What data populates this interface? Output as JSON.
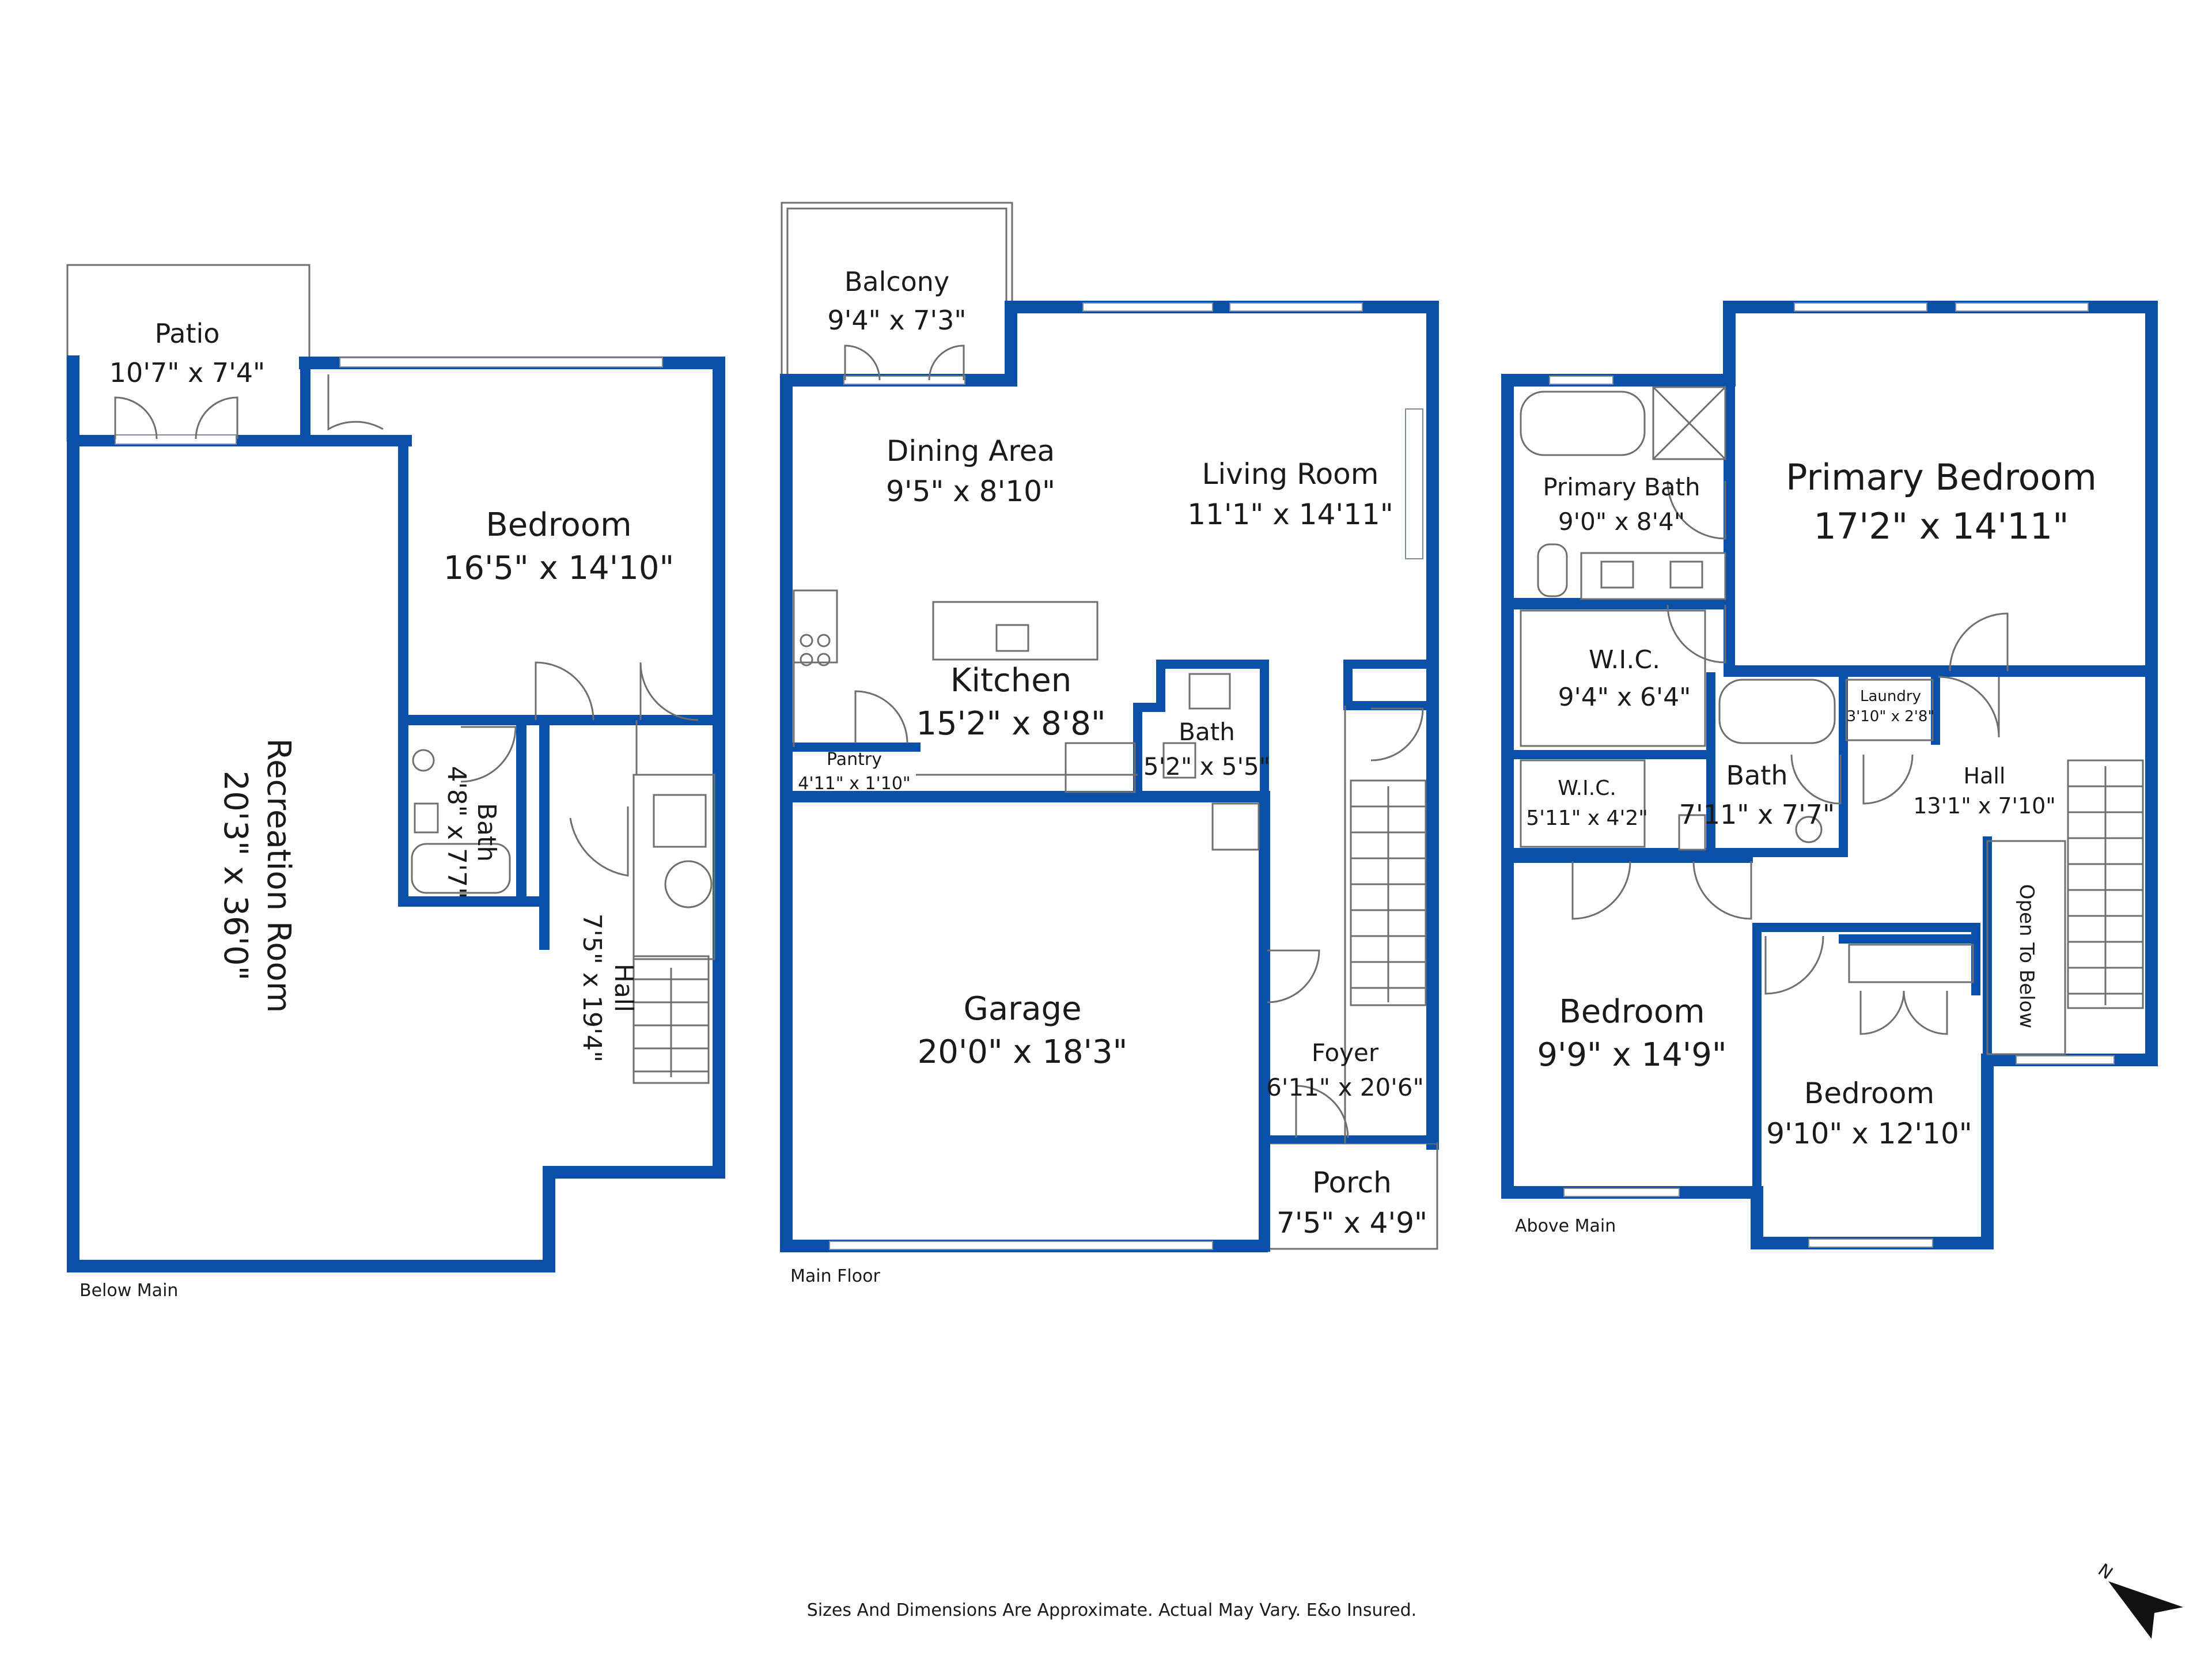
{
  "disclaimer": "Sizes And Dimensions Are Approximate. Actual May Vary. E&o Insured.",
  "compass_label": "N",
  "colors": {
    "wall": "#0a4fa8",
    "line": "#6f6f6f",
    "text": "#1a1a1a"
  },
  "floors": {
    "below": {
      "name": "Below Main",
      "rooms": {
        "patio": {
          "name": "Patio",
          "dims": "10'7\" x 7'4\""
        },
        "bedroom": {
          "name": "Bedroom",
          "dims": "16'5\" x 14'10\""
        },
        "recreation": {
          "name": "Recreation Room",
          "dims": "20'3\" x 36'0\""
        },
        "bath": {
          "name": "Bath",
          "dims": "4'8\" x 7'7\""
        },
        "hall": {
          "name": "Hall",
          "dims": "7'5\" x 19'4\""
        }
      }
    },
    "main": {
      "name": "Main Floor",
      "rooms": {
        "balcony": {
          "name": "Balcony",
          "dims": "9'4\" x 7'3\""
        },
        "dining": {
          "name": "Dining Area",
          "dims": "9'5\" x 8'10\""
        },
        "living": {
          "name": "Living Room",
          "dims": "11'1\" x 14'11\""
        },
        "kitchen": {
          "name": "Kitchen",
          "dims": "15'2\" x 8'8\""
        },
        "pantry": {
          "name": "Pantry",
          "dims": "4'11\" x 1'10\""
        },
        "bath": {
          "name": "Bath",
          "dims": "5'2\" x 5'5\""
        },
        "garage": {
          "name": "Garage",
          "dims": "20'0\" x 18'3\""
        },
        "foyer": {
          "name": "Foyer",
          "dims": "6'11\" x 20'6\""
        },
        "porch": {
          "name": "Porch",
          "dims": "7'5\" x 4'9\""
        }
      }
    },
    "above": {
      "name": "Above Main",
      "rooms": {
        "primary_bath": {
          "name": "Primary Bath",
          "dims": "9'0\" x 8'4\""
        },
        "primary_bedroom": {
          "name": "Primary Bedroom",
          "dims": "17'2\" x 14'11\""
        },
        "wic1": {
          "name": "W.I.C.",
          "dims": "9'4\" x 6'4\""
        },
        "wic2": {
          "name": "W.I.C.",
          "dims": "5'11\" x 4'2\""
        },
        "bath": {
          "name": "Bath",
          "dims": "7'11\" x 7'7\""
        },
        "laundry": {
          "name": "Laundry",
          "dims": "3'10\" x 2'8\""
        },
        "hall": {
          "name": "Hall",
          "dims": "13'1\" x 7'10\""
        },
        "open_below": {
          "name": "Open To Below"
        },
        "bedroom1": {
          "name": "Bedroom",
          "dims": "9'9\" x 14'9\""
        },
        "bedroom2": {
          "name": "Bedroom",
          "dims": "9'10\" x 12'10\""
        }
      }
    }
  }
}
